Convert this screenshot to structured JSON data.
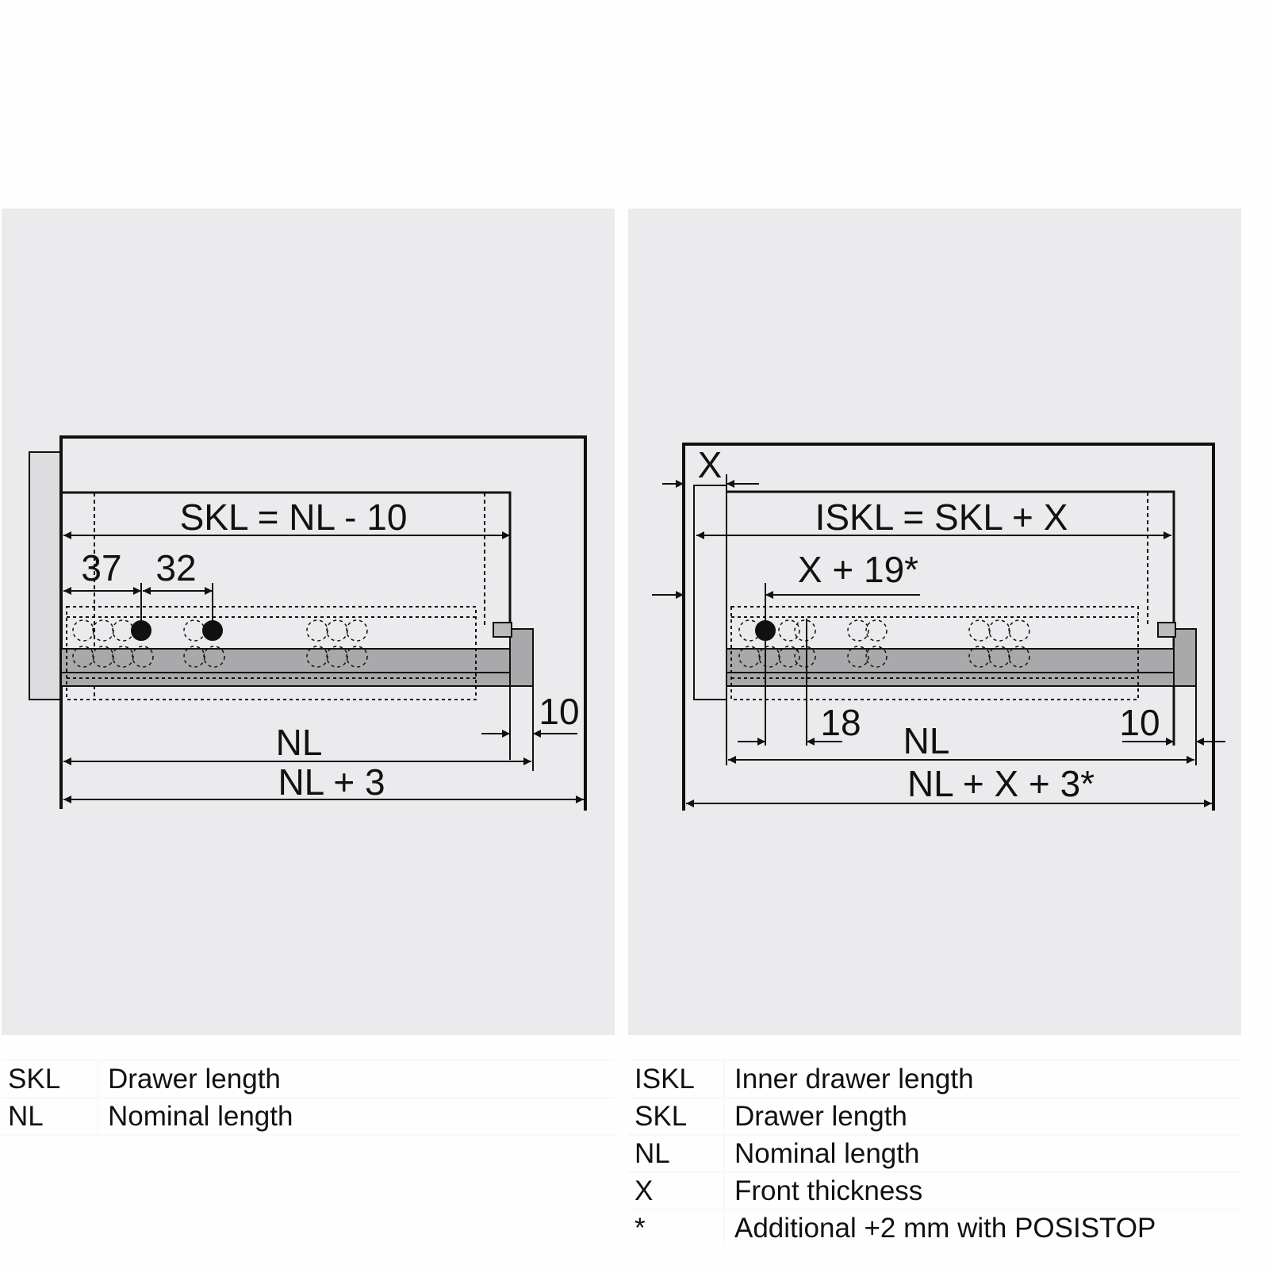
{
  "left": {
    "formula": "SKL = NL - 10",
    "dim_37": "37",
    "dim_32": "32",
    "dim_10": "10",
    "dim_nl": "NL",
    "dim_nl3": "NL + 3",
    "legend": [
      {
        "key": "SKL",
        "value": "Drawer length"
      },
      {
        "key": "NL",
        "value": "Nominal length"
      }
    ]
  },
  "right": {
    "dim_x": "X",
    "formula": "ISKL = SKL + X",
    "dim_x19": "X + 19*",
    "dim_18": "18",
    "dim_10": "10",
    "dim_nl": "NL",
    "dim_nlx3": "NL + X + 3*",
    "legend": [
      {
        "key": "ISKL",
        "value": "Inner drawer length"
      },
      {
        "key": "SKL",
        "value": "Drawer length"
      },
      {
        "key": "NL",
        "value": "Nominal length"
      },
      {
        "key": "X",
        "value": "Front thickness"
      },
      {
        "key": "*",
        "value": "Additional +2 mm with POSISTOP"
      }
    ]
  },
  "colors": {
    "panel": "#ebebed",
    "rail": "#a9a9ab",
    "line": "#111111"
  }
}
